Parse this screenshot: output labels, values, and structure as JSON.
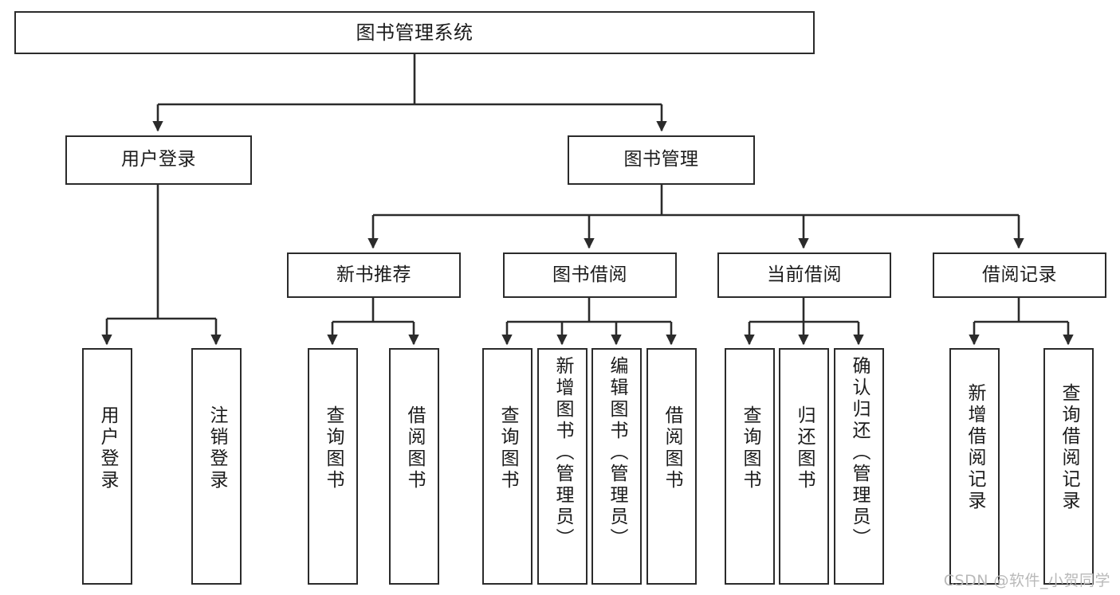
{
  "diagram": {
    "title": "图书管理系统",
    "watermark": "CSDN @软件_小贺同学",
    "colors": {
      "stroke": "#2b2b2b",
      "fill": "#ffffff",
      "text": "#1b1b1b",
      "watermark": "#b9b9b9"
    },
    "root": {
      "label": "图书管理系统"
    },
    "level2": [
      {
        "label": "用户登录"
      },
      {
        "label": "图书管理"
      }
    ],
    "level3": [
      {
        "label": "新书推荐"
      },
      {
        "label": "图书借阅"
      },
      {
        "label": "当前借阅"
      },
      {
        "label": "借阅记录"
      }
    ],
    "leaves": {
      "user_login": [
        {
          "label": "用户登录"
        },
        {
          "label": "注销登录"
        }
      ],
      "new_book_recommend": [
        {
          "label": "查询图书"
        },
        {
          "label": "借阅图书"
        }
      ],
      "book_borrow": [
        {
          "label": "查询图书"
        },
        {
          "label": "新增图书（管理员）"
        },
        {
          "label": "编辑图书（管理员）"
        },
        {
          "label": "借阅图书"
        }
      ],
      "current_borrow": [
        {
          "label": "查询图书"
        },
        {
          "label": "归还图书"
        },
        {
          "label": "确认归还（管理员）"
        }
      ],
      "borrow_record": [
        {
          "label": "新增借阅记录"
        },
        {
          "label": "查询借阅记录"
        }
      ]
    }
  }
}
